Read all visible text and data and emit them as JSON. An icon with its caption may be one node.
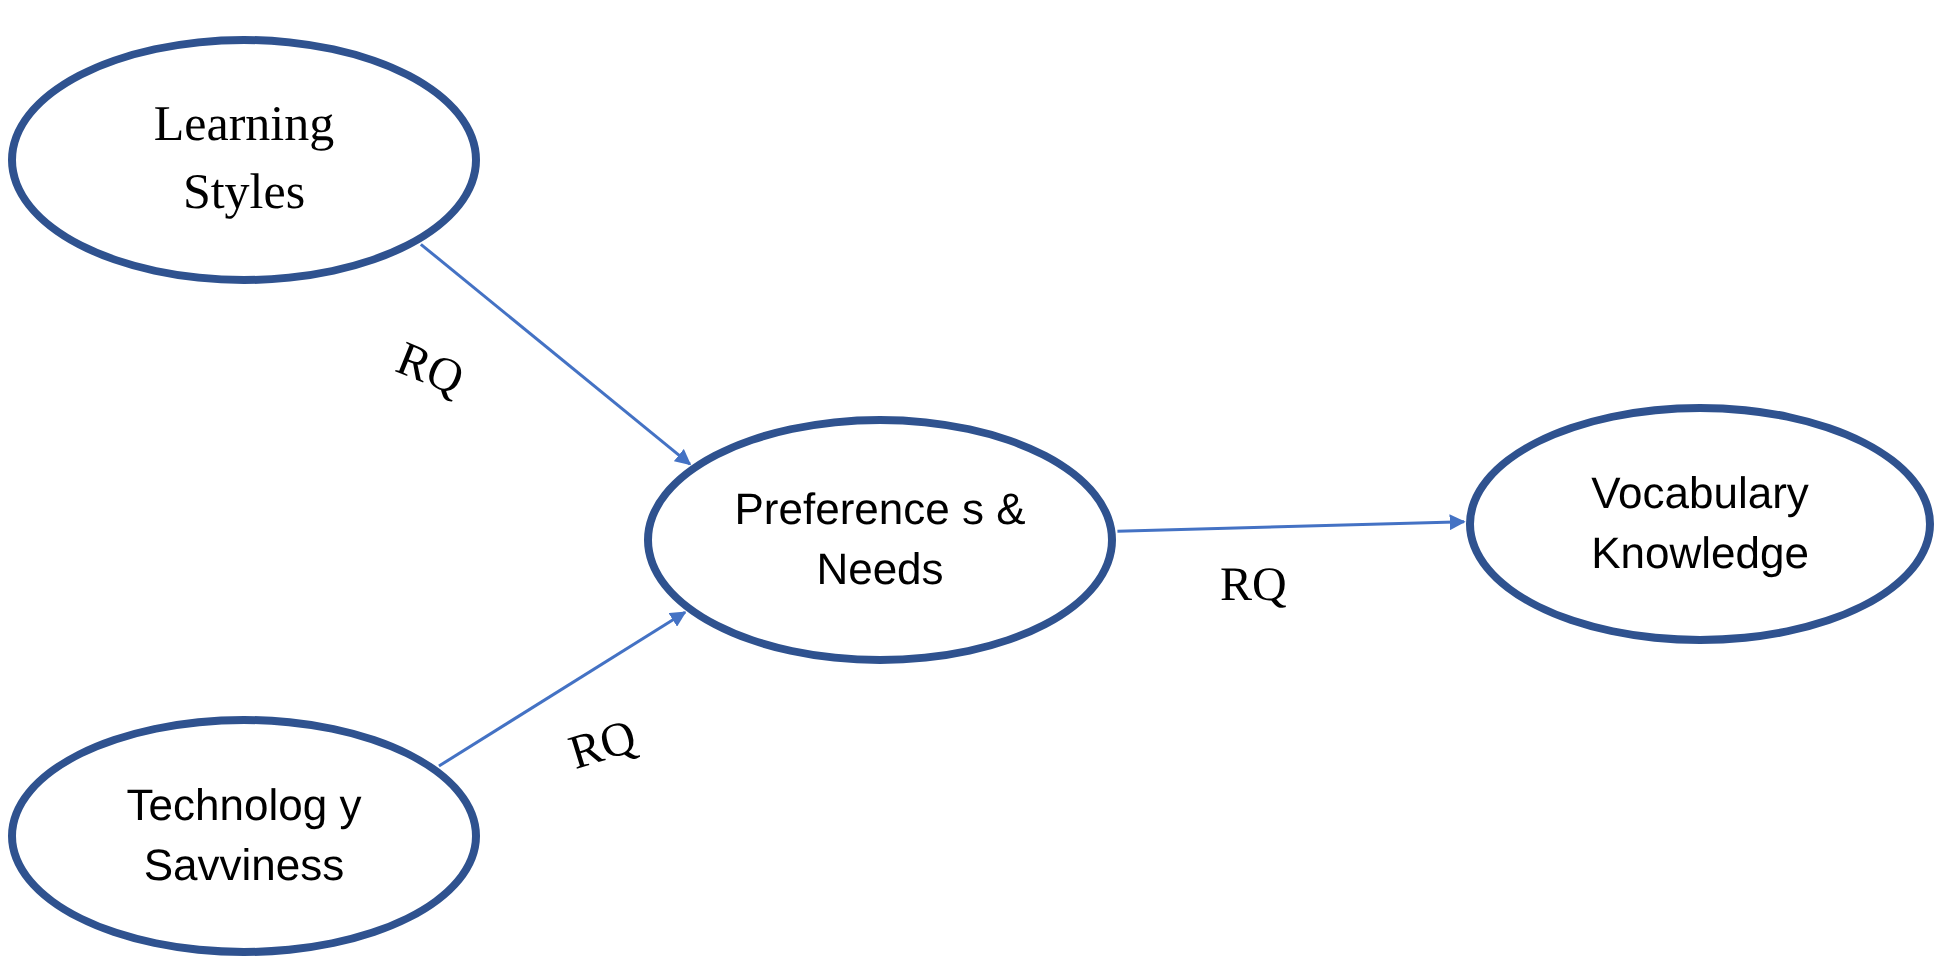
{
  "diagram": {
    "nodes": [
      {
        "text": [
          "Learning Styles"
        ]
      },
      {
        "text": [
          "Preference s & Needs"
        ]
      },
      {
        "text": [
          "Vocabulary Knowledge"
        ]
      },
      {
        "text": [
          "Technolog y Savviness"
        ]
      }
    ],
    "edges": [
      {
        "from": 0,
        "to": 1,
        "arrow": "to",
        "label": "RQ"
      },
      {
        "from": 3,
        "to": 1,
        "arrow": "to",
        "label": "RQ"
      },
      {
        "from": 1,
        "to": 2,
        "arrow": "to",
        "label": "RQ"
      }
    ]
  }
}
